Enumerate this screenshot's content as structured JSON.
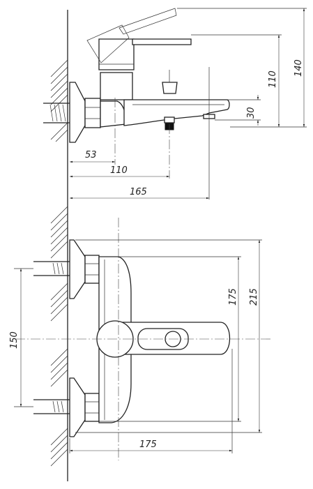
{
  "dimensions": {
    "side_view": {
      "d53": "53",
      "d110_horizontal": "110",
      "d165": "165",
      "d30": "30",
      "d110_vertical": "110",
      "d140": "140"
    },
    "front_view": {
      "d150": "150",
      "d175_vertical": "175",
      "d215": "215",
      "d175_horizontal": "175"
    }
  }
}
